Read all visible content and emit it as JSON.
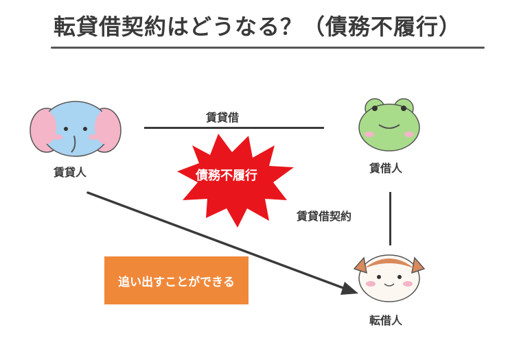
{
  "title": "転貸借契約はどうなる？（債務不履行）",
  "labels": {
    "top_relation": "賃貸借",
    "lessor": "賃貸人",
    "lessee": "賃借人",
    "sublease_contract": "賃貸借契約",
    "sublessee": "転借人",
    "breach": "債務不履行",
    "can_evict": "追い出すことができる"
  },
  "icons": {
    "lessor": "elephant-icon",
    "lessee": "frog-icon",
    "sublessee": "hamster-icon"
  },
  "colors": {
    "burst": "#e8161c",
    "evict_box": "#f0883a",
    "line": "#3a3a3a"
  }
}
